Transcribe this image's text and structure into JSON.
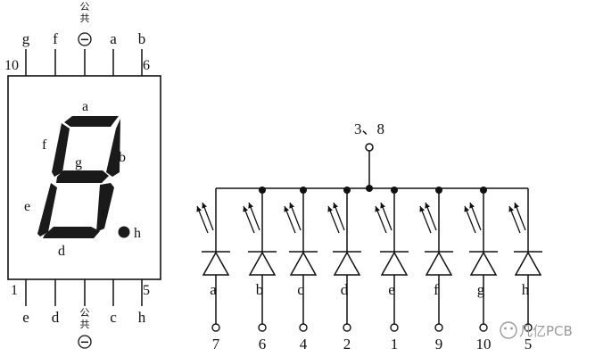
{
  "display": {
    "top_pins": [
      {
        "label": "g"
      },
      {
        "label": "f"
      },
      {
        "label": "公共",
        "common": true
      },
      {
        "label": "a"
      },
      {
        "label": "b"
      }
    ],
    "bottom_pins": [
      {
        "label": "e"
      },
      {
        "label": "d"
      },
      {
        "label": "公共",
        "common": true
      },
      {
        "label": "c"
      },
      {
        "label": "h"
      }
    ],
    "pin_numbers": {
      "top_left": "10",
      "top_right": "6",
      "bottom_left": "1",
      "bottom_right": "5"
    },
    "common_symbol": "−",
    "segments": {
      "a": "a",
      "b": "b",
      "c": "c",
      "d": "d",
      "e": "e",
      "f": "f",
      "g": "g",
      "h": "h"
    }
  },
  "circuit": {
    "common_label": "3、8",
    "leds": [
      {
        "label": "a",
        "pin": "7"
      },
      {
        "label": "b",
        "pin": "6"
      },
      {
        "label": "c",
        "pin": "4"
      },
      {
        "label": "d",
        "pin": "2"
      },
      {
        "label": "e",
        "pin": "1"
      },
      {
        "label": "f",
        "pin": "9"
      },
      {
        "label": "g",
        "pin": "10"
      },
      {
        "label": "h",
        "pin": "5"
      }
    ]
  },
  "watermark": {
    "text": "凡亿PCB"
  },
  "colors": {
    "ink": "#111111",
    "watermark": "#9a9a9a"
  }
}
